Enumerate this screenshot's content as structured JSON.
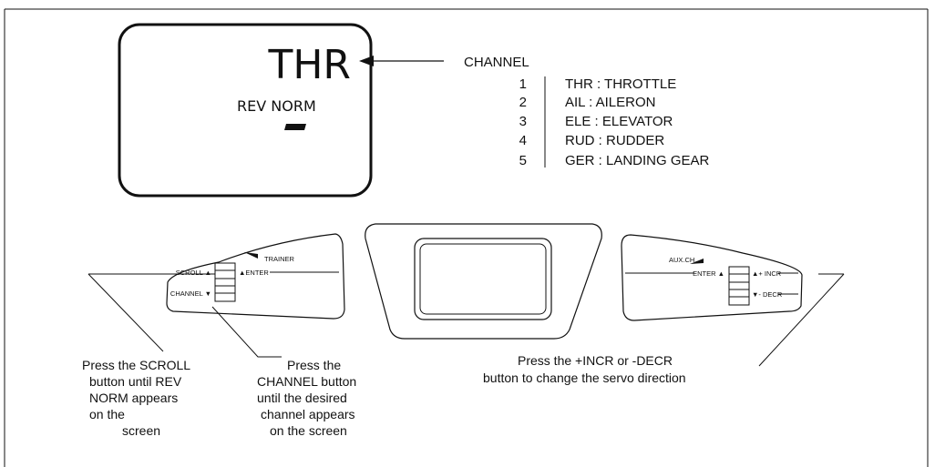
{
  "display": {
    "channel_code": "THR",
    "mode_text": "REV NORM"
  },
  "channel_legend": {
    "title": "CHANNEL",
    "rows": [
      {
        "num": "1",
        "text": "THR : THROTTLE"
      },
      {
        "num": "2",
        "text": "AIL   : AILERON"
      },
      {
        "num": "3",
        "text": "ELE : ELEVATOR"
      },
      {
        "num": "4",
        "text": "RUD : RUDDER"
      },
      {
        "num": "5",
        "text": "GER : LANDING GEAR"
      }
    ]
  },
  "left_panel": {
    "trainer": "TRAINER",
    "scroll": "SCROLL ▲",
    "channel": "CHANNEL ▼",
    "enter": "▲ENTER"
  },
  "right_panel": {
    "aux": "AUX.CH.",
    "enter": "ENTER ▲",
    "incr": "▲+ INCR",
    "decr": "▼- DECR"
  },
  "captions": {
    "scroll": [
      "Press the SCROLL",
      "button until REV",
      "NORM appears",
      "on the",
      "screen"
    ],
    "channel": [
      "Press the",
      "CHANNEL button",
      "until the desired",
      "channel appears",
      "on the screen"
    ],
    "incr": [
      "Press the +INCR or -DECR",
      "button to change the servo direction"
    ]
  }
}
